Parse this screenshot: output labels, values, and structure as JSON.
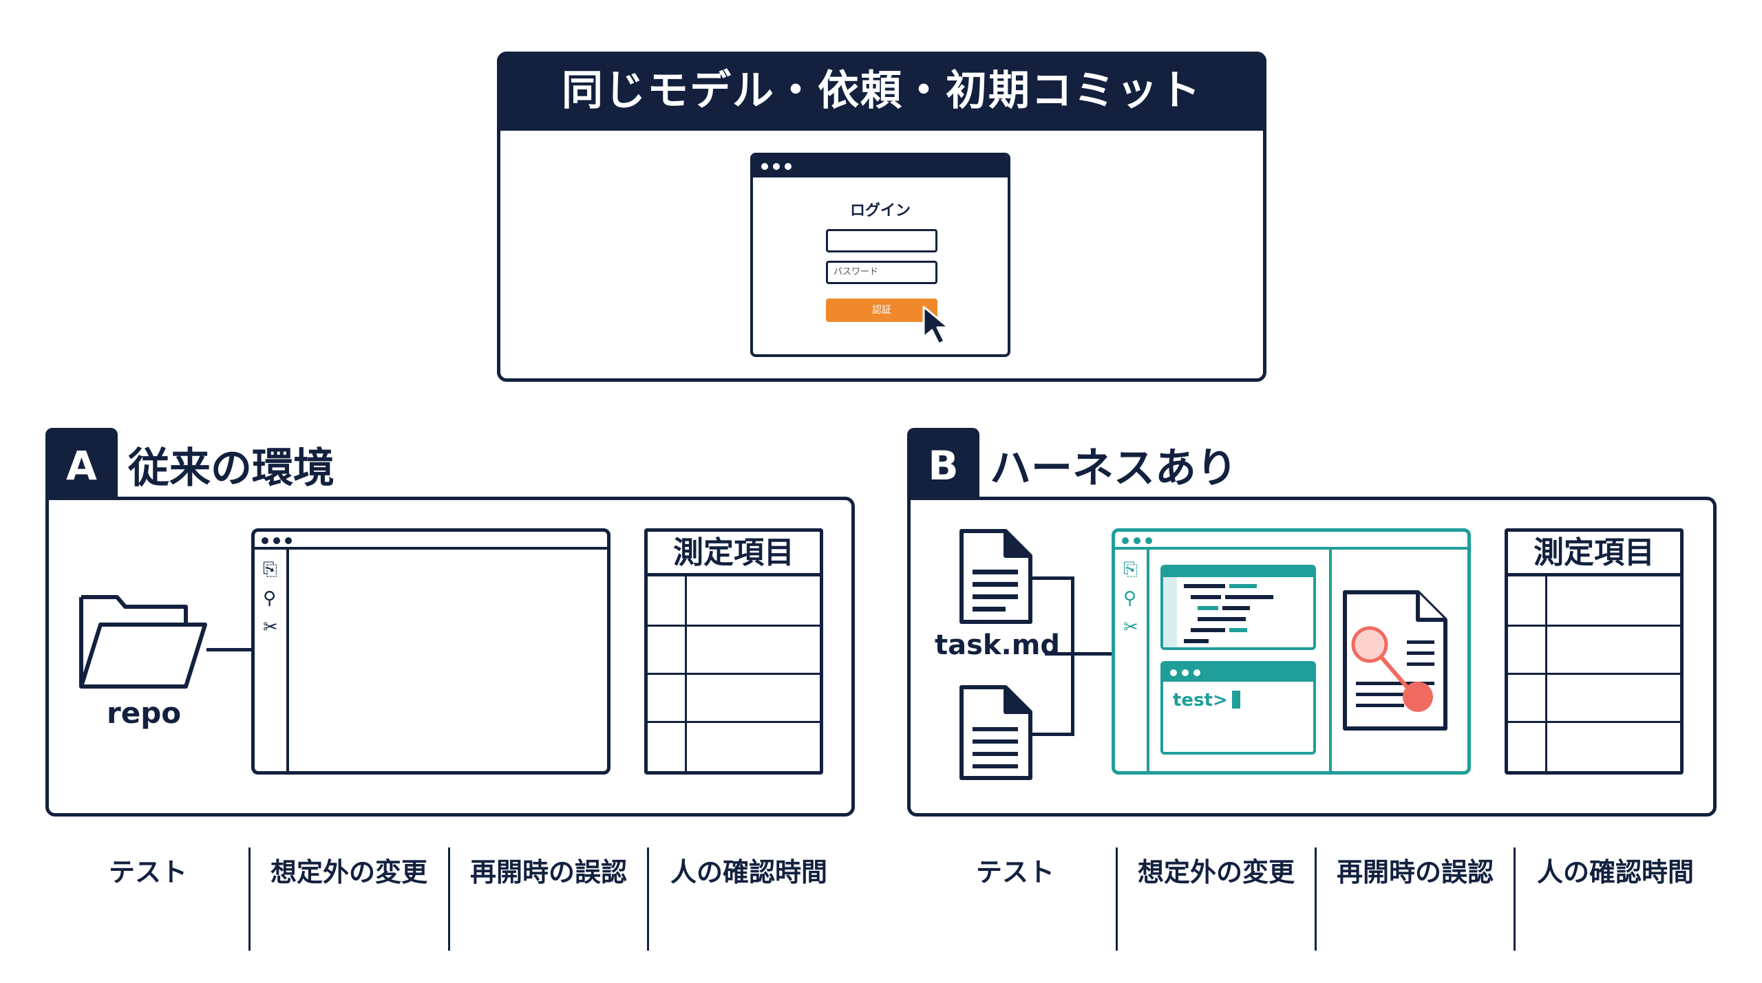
{
  "header": {
    "title": "同じモデル・依頼・初期コミット"
  },
  "login_window": {
    "title": "ログイン",
    "password_placeholder": "パスワード",
    "button_label": "認証"
  },
  "section_a": {
    "tag": "A",
    "title": "従来の環境",
    "folder_label": "repo",
    "table_title": "測定項目"
  },
  "section_b": {
    "tag": "B",
    "title": "ハーネスあり",
    "file_label": "task.md",
    "terminal_prompt": "test>",
    "table_title": "測定項目"
  },
  "metrics_a": [
    "テスト",
    "想定外の変更",
    "再開時の誤認",
    "人の確認時間"
  ],
  "metrics_b": [
    "テスト",
    "想定外の変更",
    "再開時の誤認",
    "人の確認時間"
  ],
  "colors": {
    "navy": "#13213f",
    "teal": "#1f9e9a",
    "orange": "#f0892b",
    "coral": "#f06b5f"
  }
}
